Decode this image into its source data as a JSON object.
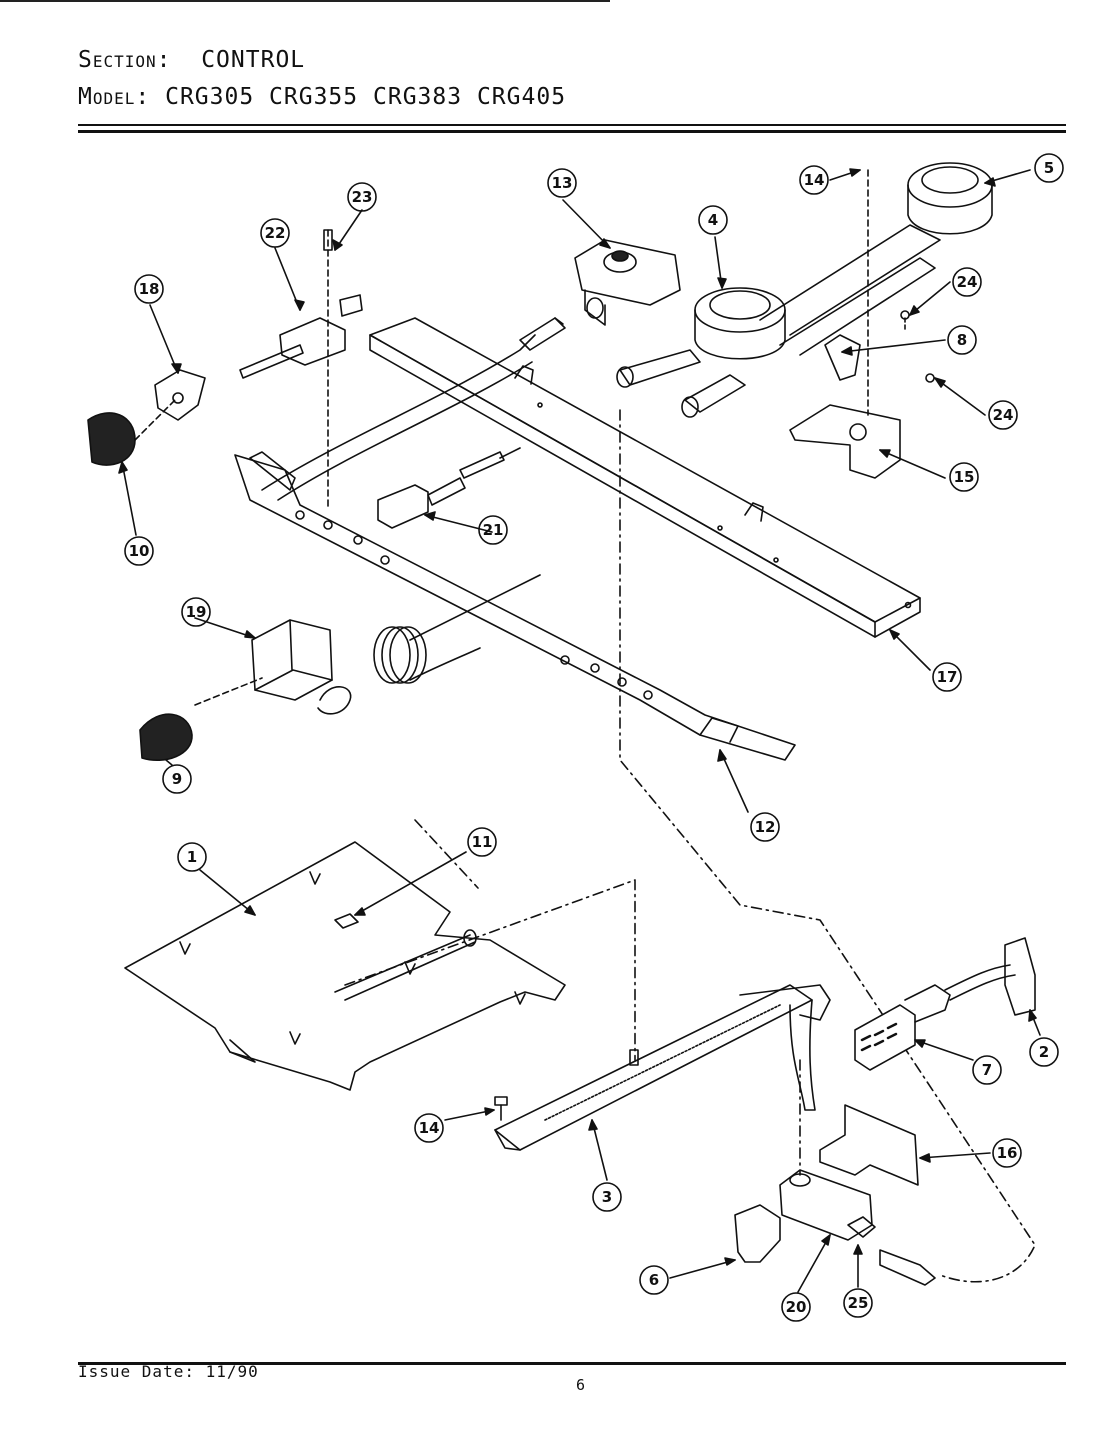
{
  "header": {
    "section_label": "Section:",
    "section_value": "CONTROL",
    "model_label": "Model:",
    "models": [
      "CRG305",
      "CRG355",
      "CRG383",
      "CRG405"
    ]
  },
  "footer": {
    "issue_date": "Issue Date: 11/90",
    "page_number": "6"
  },
  "callouts": [
    "1",
    "2",
    "3",
    "4",
    "5",
    "6",
    "7",
    "8",
    "9",
    "10",
    "11",
    "12",
    "13",
    "14",
    "14",
    "15",
    "16",
    "17",
    "18",
    "19",
    "20",
    "21",
    "22",
    "23",
    "24",
    "24",
    "25"
  ]
}
